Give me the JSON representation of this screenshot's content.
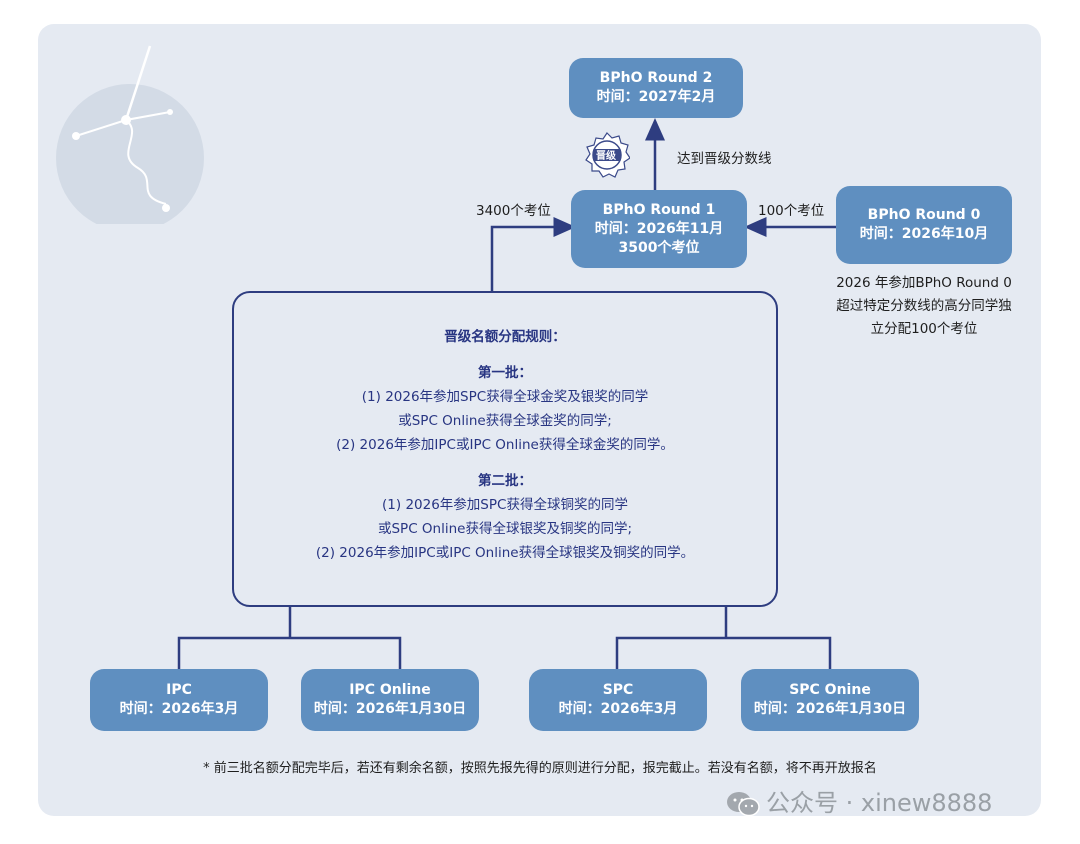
{
  "round2": {
    "title": "BPhO Round 2",
    "time": "时间：2027年2月"
  },
  "round1": {
    "title": "BPhO Round 1",
    "time": "时间：2026年11月",
    "seats": "3500个考位"
  },
  "round0": {
    "title": "BPhO Round 0",
    "time": "时间：2026年10月"
  },
  "labels": {
    "promote": "达到晋级分数线",
    "left_seats": "3400个考位",
    "right_seats": "100个考位",
    "badge": "晋级"
  },
  "round0_note": [
    "2026 年参加BPhO Round 0",
    "超过特定分数线的高分同学独",
    "立分配100个考位"
  ],
  "rules": {
    "title": "晋级名额分配规则：",
    "batch1_title": "第一批：",
    "batch1": [
      "(1) 2026年参加SPC获得全球金奖及银奖的同学",
      "或SPC Online获得全球金奖的同学;",
      "(2) 2026年参加IPC或IPC Online获得全球金奖的同学。"
    ],
    "batch2_title": "第二批：",
    "batch2": [
      "(1) 2026年参加SPC获得全球铜奖的同学",
      "或SPC Online获得全球银奖及铜奖的同学;",
      "(2) 2026年参加IPC或IPC Online获得全球银奖及铜奖的同学。"
    ]
  },
  "competitions": [
    {
      "title": "IPC",
      "time": "时间：2026年3月"
    },
    {
      "title": "IPC Online",
      "time": "时间：2026年1月30日"
    },
    {
      "title": "SPC",
      "time": "时间：2026年3月"
    },
    {
      "title": "SPC Onine",
      "time": "时间：2026年1月30日"
    }
  ],
  "footnote": "* 前三批名额分配完毕后，若还有剩余名额，按照先报先得的原则进行分配，报完截止。若没有名额，将不再开放报名",
  "watermark": "公众号 · xinew8888",
  "colors": {
    "node": "#5f8fc0",
    "line": "#2e3d80",
    "panel": "#e5eaf2"
  }
}
